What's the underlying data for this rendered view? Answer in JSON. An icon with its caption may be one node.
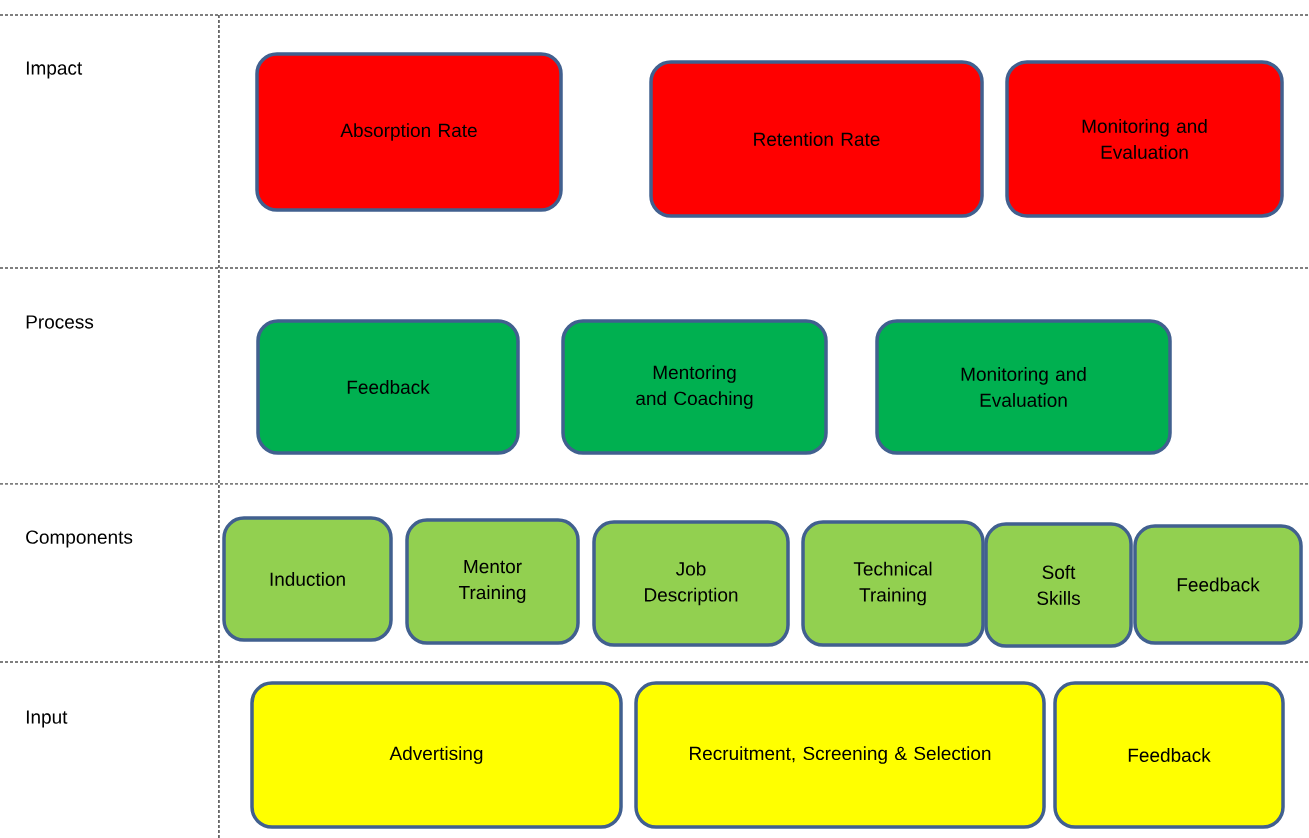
{
  "diagram": {
    "nodes": [
      {
        "text": [
          "Absorption Rate"
        ]
      },
      {
        "text": [
          "Retention Rate"
        ]
      },
      {
        "text": [
          "Monitoring and Evaluation"
        ]
      },
      {
        "text": [
          "Feedback"
        ]
      },
      {
        "text": [
          "Mentoring and Coaching"
        ]
      },
      {
        "text": [
          "Monitoring and Evaluation"
        ]
      },
      {
        "text": [
          "Induction"
        ]
      },
      {
        "text": [
          "Mentor Training"
        ]
      },
      {
        "text": [
          "Job Description"
        ]
      },
      {
        "text": [
          "Technical Training"
        ]
      },
      {
        "text": [
          "Soft Skills"
        ]
      },
      {
        "text": [
          "Feedback"
        ]
      },
      {
        "text": [
          "Advertising"
        ]
      },
      {
        "text": [
          "Recruitment, Screening & Selection"
        ]
      },
      {
        "text": [
          "Feedback"
        ]
      }
    ],
    "labels": [
      "Impact",
      "Process",
      "Components",
      "Input"
    ]
  }
}
